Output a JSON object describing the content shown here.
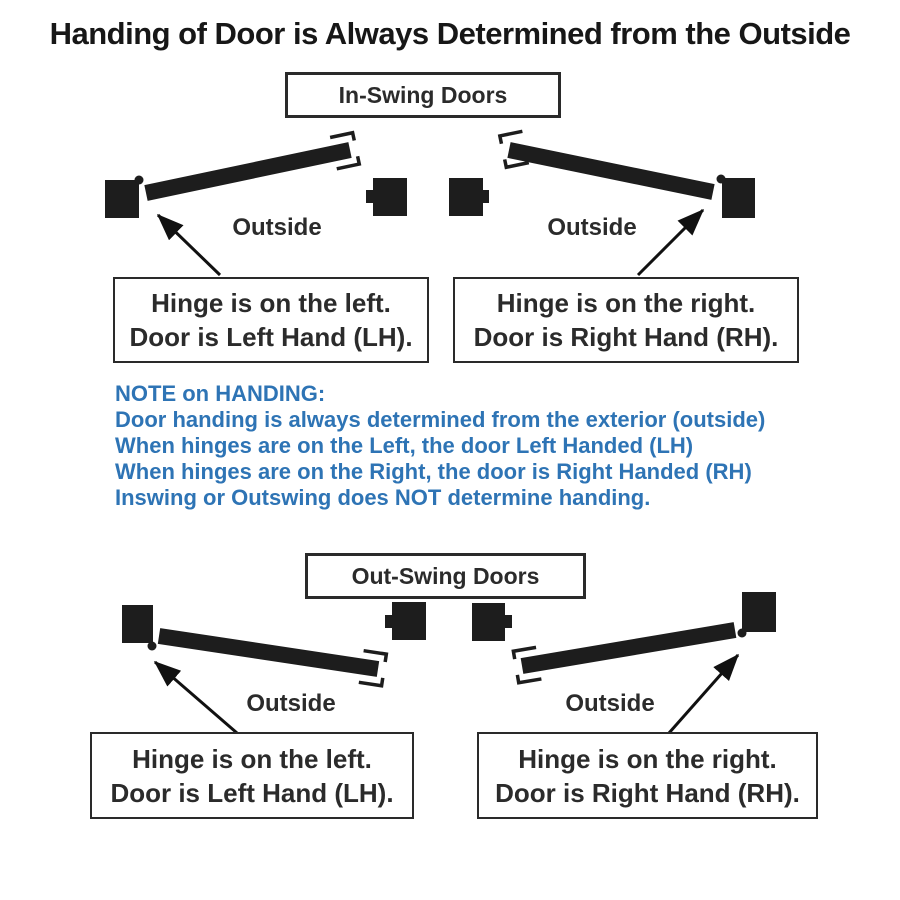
{
  "title": "Handing of Door is Always Determined from the Outside",
  "sections": {
    "inswing": {
      "header": "In-Swing Doors",
      "left": {
        "outside": "Outside",
        "line1": "Hinge is on the left.",
        "line2": "Door is Left Hand (LH)."
      },
      "right": {
        "outside": "Outside",
        "line1": "Hinge is on the right.",
        "line2": "Door is Right Hand (RH)."
      }
    },
    "outswing": {
      "header": "Out-Swing Doors",
      "left": {
        "outside": "Outside",
        "line1": "Hinge is on the left.",
        "line2": "Door is Left Hand (LH)."
      },
      "right": {
        "outside": "Outside",
        "line1": "Hinge is on the right.",
        "line2": "Door is Right Hand (RH)."
      }
    }
  },
  "note": {
    "heading": "NOTE on HANDING:",
    "lines": [
      "Door handing is always determined from the exterior (outside)",
      "When hinges are on the Left, the door Left Handed (LH)",
      "When hinges are on the Right, the door is Right Handed (RH)",
      "Inswing or Outswing does NOT determine handing."
    ]
  },
  "colors": {
    "ink": "#1d1d1d",
    "note_blue": "#2e74b5"
  }
}
